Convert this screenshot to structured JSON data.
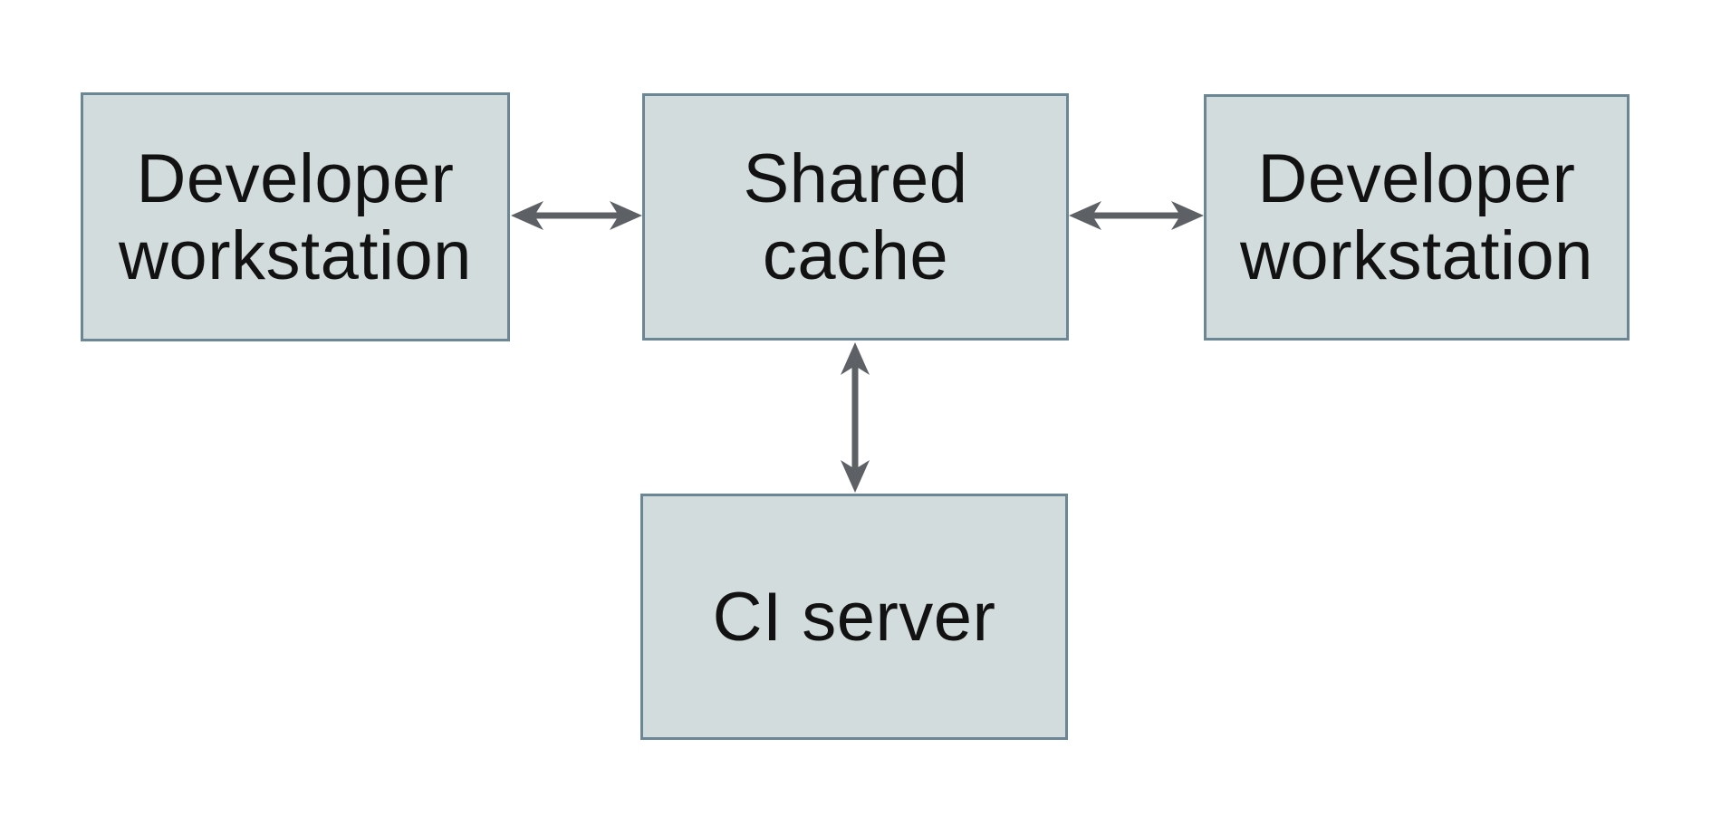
{
  "colors": {
    "background": "#ffffff",
    "node_fill": "#d3dcdd",
    "node_border": "#6b8795",
    "arrow": "#5d6165",
    "text": "#121212"
  },
  "diagram": {
    "type": "architecture-diagram",
    "nodes": [
      {
        "name": "developer-workstation-left",
        "lines": [
          "Developer",
          "workstation"
        ]
      },
      {
        "name": "shared-cache",
        "lines": [
          "Shared",
          "cache"
        ]
      },
      {
        "name": "developer-workstation-right",
        "lines": [
          "Developer",
          "workstation"
        ]
      },
      {
        "name": "ci-server",
        "lines": [
          "CI server"
        ]
      }
    ],
    "edges": [
      {
        "from": "developer-workstation-left",
        "to": "shared-cache",
        "type": "bidirectional-arrow"
      },
      {
        "from": "shared-cache",
        "to": "developer-workstation-right",
        "type": "bidirectional-arrow"
      },
      {
        "from": "shared-cache",
        "to": "ci-server",
        "type": "bidirectional-arrow"
      }
    ]
  }
}
